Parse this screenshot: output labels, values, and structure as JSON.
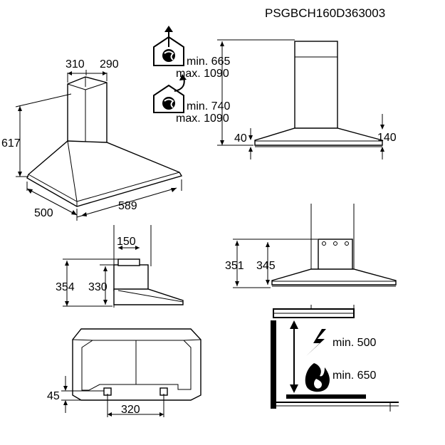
{
  "product_code": "PSGBCH160D363003",
  "main_view": {
    "chimney_width_a": "310",
    "chimney_width_b": "290",
    "total_height": "617",
    "depth": "500",
    "width": "589"
  },
  "installation": {
    "extraction_min": "min. 665",
    "extraction_max": "max. 1090",
    "recirculation_min": "min. 740",
    "recirculation_max": "max. 1090",
    "icons": [
      "extraction-mode-icon",
      "recirculation-mode-icon"
    ]
  },
  "front_view": {
    "canopy_edge": "40",
    "canopy_height": "140"
  },
  "side_view": {
    "outlet_diameter": "150",
    "height_a": "354",
    "height_b": "330"
  },
  "bracket_view": {
    "height_a": "351",
    "height_b": "345"
  },
  "bottom_view": {
    "offset": "45",
    "bracket_spacing": "320"
  },
  "clearance": {
    "electric_min": "min. 500",
    "gas_min": "min. 650",
    "icons": [
      "electric-hob-icon",
      "gas-flame-icon"
    ]
  }
}
